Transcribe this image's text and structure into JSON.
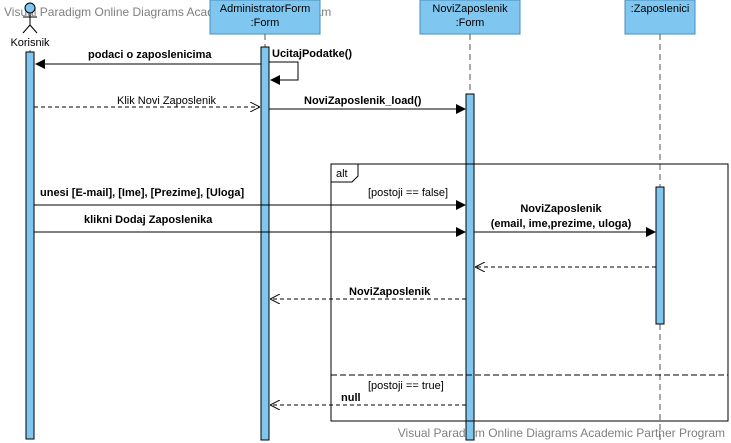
{
  "watermarks": {
    "top": "Visual Paradigm Online Diagrams Academic Partner Program",
    "bottom": "Visual Paradigm Online Diagrams Academic Partner Program"
  },
  "actor": {
    "name": "Korisnik"
  },
  "lifelines": {
    "admin": {
      "line1": "AdministratorForm",
      "line2": ":Form"
    },
    "novi": {
      "line1": "NoviZaposlenik",
      "line2": ":Form"
    },
    "zap": {
      "line1": ":Zaposlenici"
    }
  },
  "messages": {
    "podaci": "podaci o zaposlenicima",
    "ucitaj": "UcitajPodatke()",
    "klik_novi": "Klik Novi Zaposlenik",
    "load": "NoviZaposlenik_load()",
    "unesi": "unesi [E-mail], [Ime], [Prezime], [Uloga]",
    "klikni": "klikni Dodaj Zaposlenika",
    "create_line1": "NoviZaposlenik",
    "create_line2": "(email, ime,prezime, uloga)",
    "return_novi": "NoviZaposlenik",
    "null": "null"
  },
  "fragment": {
    "operator": "alt",
    "guard1": "[postoji == false]",
    "guard2": "[postoji == true]"
  },
  "colors": {
    "lifeline_fill": "#7fc7f0",
    "watermark": "#7f7f7f"
  }
}
